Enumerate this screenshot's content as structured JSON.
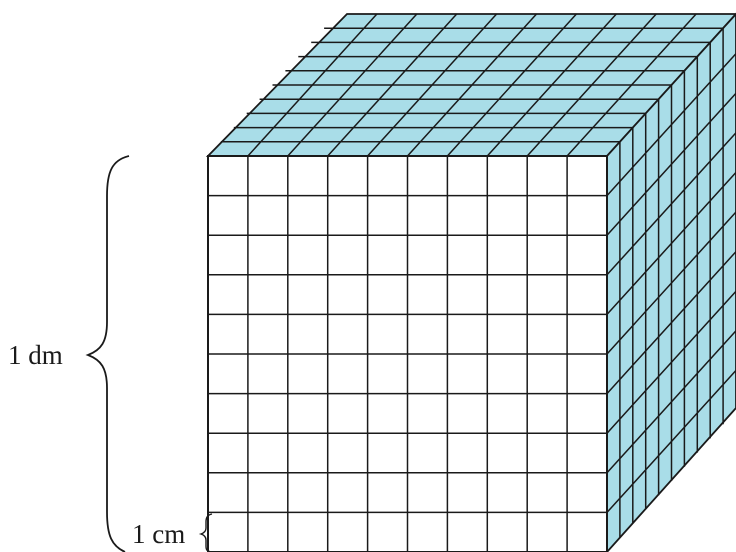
{
  "labels": {
    "large": "1 dm",
    "small": "1 cm"
  },
  "cube": {
    "divisions": 10
  },
  "colors": {
    "face_fill": "#a9dde8",
    "front_fill": "#ffffff",
    "line": "#1a1a1a"
  }
}
